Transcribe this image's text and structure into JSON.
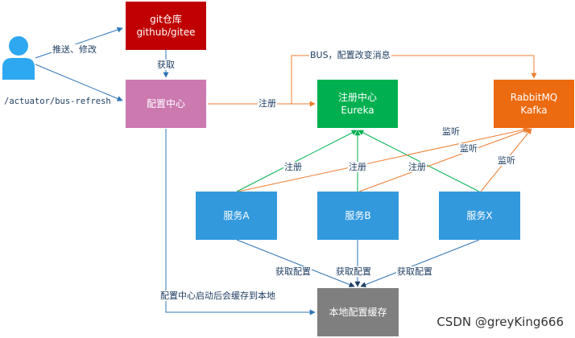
{
  "nodes": {
    "git_repo": {
      "line1": "git仓库",
      "line2": "github/gitee",
      "color": "#c00000"
    },
    "config_center": {
      "label": "配置中心",
      "color": "#cc79b0"
    },
    "eureka": {
      "line1": "注册中心",
      "line2": "Eureka",
      "color": "#00b050"
    },
    "mq": {
      "line1": "RabbitMQ",
      "line2": "Kafka",
      "color": "#ec6a10"
    },
    "service_a": {
      "label": "服务A",
      "color": "#3399dd"
    },
    "service_b": {
      "label": "服务B",
      "color": "#3399dd"
    },
    "service_x": {
      "label": "服务X",
      "color": "#3399dd"
    },
    "local_cache": {
      "label": "本地配置缓存",
      "color": "#7f7f7f"
    },
    "user": {
      "icon": "user-icon",
      "color": "#2ea8f0"
    }
  },
  "edges": {
    "push_modify": "推送、修改",
    "refresh_endpoint": "/actuator/bus-refresh",
    "fetch": "获取",
    "bus_message": "BUS，配置改变消息",
    "register_cc": "注册",
    "register_a": "注册",
    "register_b": "注册",
    "register_x": "注册",
    "listen_a": "监听",
    "listen_b": "监听",
    "listen_x": "监听",
    "fetch_config_a": "获取配置",
    "fetch_config_b": "获取配置",
    "fetch_config_x": "获取配置",
    "cache_note": "配置中心启动后会缓存到本地"
  },
  "colors": {
    "blue_line": "#2e75b6",
    "green_line": "#00b050",
    "orange_line": "#ed7d31"
  },
  "watermark": "CSDN @greyKing666"
}
